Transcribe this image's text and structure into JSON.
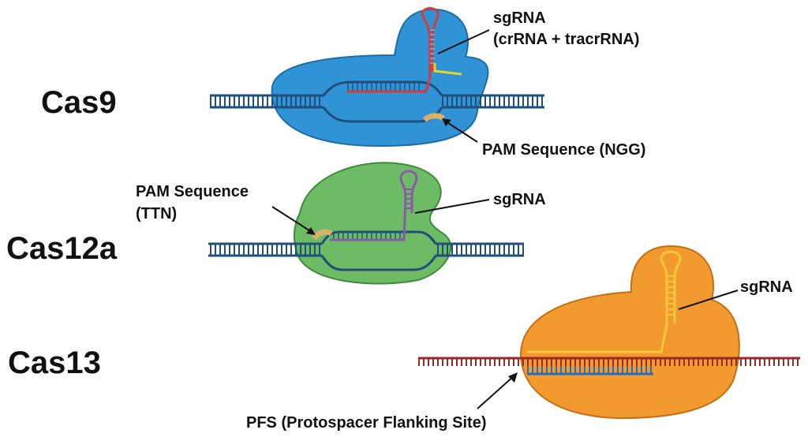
{
  "panels": [
    {
      "name": "Cas9",
      "annotations": {
        "guide": [
          "sgRNA",
          "(crRNA + tracrRNA)"
        ],
        "pam": [
          "PAM Sequence (NGG)"
        ]
      }
    },
    {
      "name": "Cas12a",
      "annotations": {
        "pam": [
          "PAM Sequence",
          "(TTN)"
        ],
        "guide": [
          "sgRNA"
        ]
      }
    },
    {
      "name": "Cas13",
      "annotations": {
        "guide": [
          "sgRNA"
        ],
        "pfs": [
          "PFS (Protospacer Flanking Site)"
        ]
      }
    }
  ],
  "colors": {
    "cas9_protein": "#2f93d6",
    "cas12a_protein": "#6dbb64",
    "cas13_protein": "#f29a30",
    "dna": "#1f4f7a",
    "rna_target": "#9a2a2a",
    "cas9_guide": "#d63a3a",
    "cas9_tracr": "#e5d22a",
    "cas12a_guide": "#8a5aa8",
    "cas13_guide": "#f3c93a",
    "pam": "#d9b06a"
  }
}
